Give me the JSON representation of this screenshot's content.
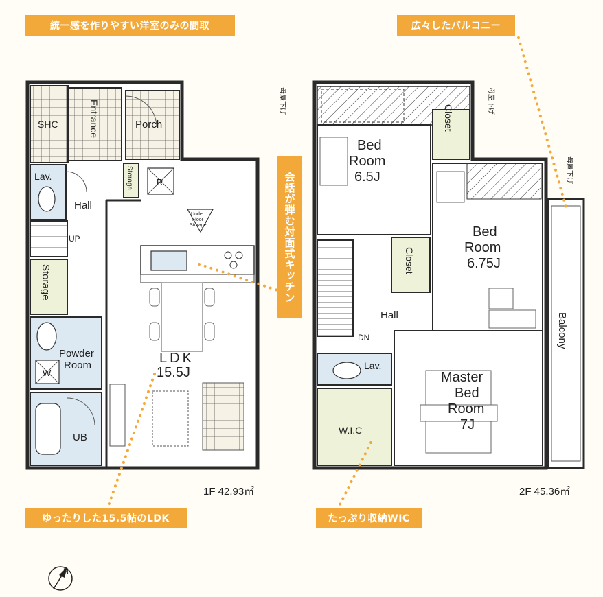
{
  "callouts": {
    "top_left": "統一感を作りやすい洋室のみの間取",
    "top_right": "広々したバルコニー",
    "kitchen": "会話が弾む対面式キッチン",
    "ldk": "ゆったりした15.5帖のLDK",
    "wic": "たっぷり収納WIC"
  },
  "floor1": {
    "area": "1F 42.93㎡",
    "rooms": {
      "shc": "SHC",
      "entrance": "Entrance",
      "porch": "Porch",
      "lav": "Lav.",
      "hall": "Hall",
      "storage_small": "Storage",
      "r": "R",
      "up": "UP",
      "under_floor_1": "Under",
      "under_floor_2": "Floor",
      "under_floor_3": "Storage",
      "storage": "Storage",
      "powder_1": "Powder",
      "powder_2": "Room",
      "w": "W",
      "ub": "UB",
      "ldk_1": "LDK",
      "ldk_2": "15.5J"
    }
  },
  "floor2": {
    "area": "2F 45.36㎡",
    "roof_note": "母屋下げ",
    "rooms": {
      "bed1_1": "Bed",
      "bed1_2": "Room",
      "bed1_3": "6.5J",
      "closet_top": "Closet",
      "bed2_1": "Bed",
      "bed2_2": "Room",
      "bed2_3": "6.75J",
      "closet_mid": "Closet",
      "hall": "Hall",
      "dn": "DN",
      "lav": "Lav.",
      "wic": "W.I.C",
      "master_1": "Master",
      "master_2": "Bed",
      "master_3": "Room",
      "master_4": "7J",
      "balcony": "Balcony"
    }
  },
  "compass": "N",
  "colors": {
    "accent": "#f2a93a",
    "wall": "#2a2a2a",
    "wet_area": "#dce9f2",
    "storage": "#eef2d8",
    "entrance_tile": "#f3f0e4"
  }
}
